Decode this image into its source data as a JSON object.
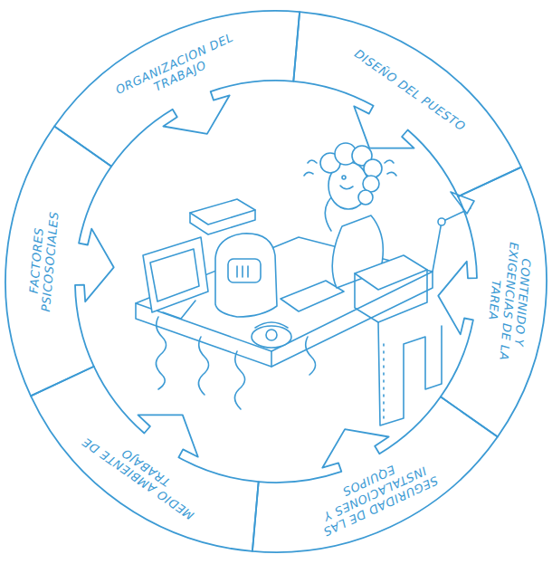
{
  "diagram": {
    "nodes": [
      {
        "text": [
          "ORGANIZACION DEL TRABAJO"
        ]
      },
      {
        "text": [
          "DISEÑO DEL PUESTO"
        ]
      },
      {
        "text": [
          "CONTENIDO Y EXIGENCIAS DE LA TAREA"
        ]
      },
      {
        "text": [
          "SEGURIDAD DE LAS INSTALACIONES Y EQUIPOS"
        ]
      },
      {
        "text": [
          "MEDIO AMBIENTE DE TRABAJO"
        ]
      },
      {
        "text": [
          "FACTORES PSICOSOCIALES"
        ]
      }
    ]
  }
}
